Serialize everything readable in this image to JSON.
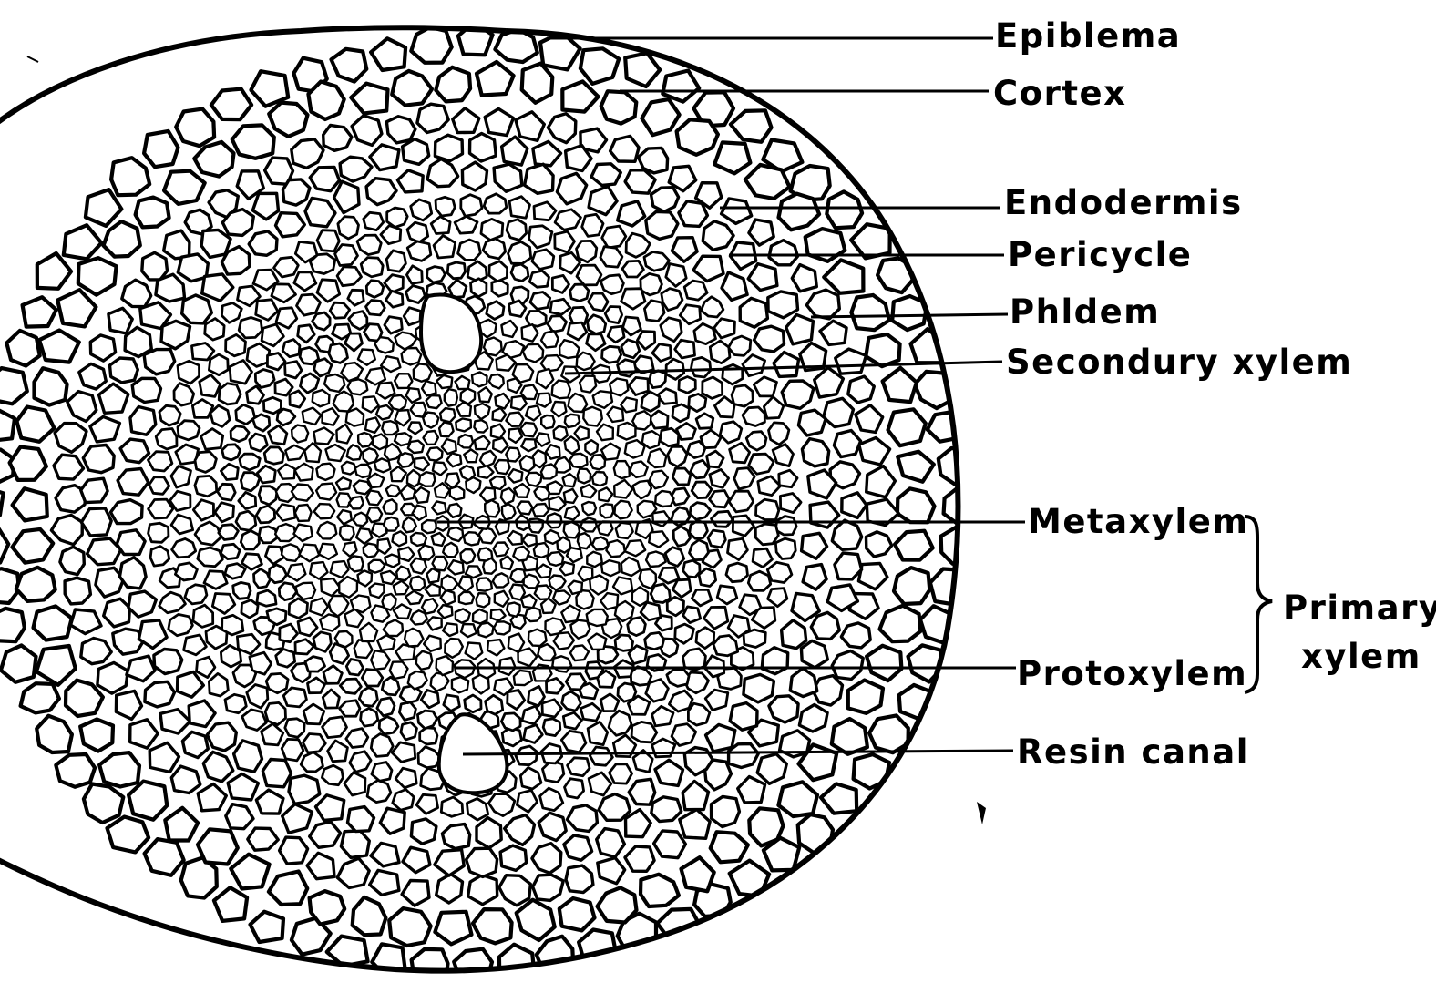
{
  "diagram": {
    "labels": [
      {
        "id": "epiblema",
        "text": "Epiblema"
      },
      {
        "id": "cortex",
        "text": "Cortex"
      },
      {
        "id": "endodermis",
        "text": "Endodermis"
      },
      {
        "id": "pericycle",
        "text": "Pericycle"
      },
      {
        "id": "phloem",
        "text": "Phldem"
      },
      {
        "id": "secondary-xylem",
        "text": "Secondury xylem"
      },
      {
        "id": "metaxylem",
        "text": "Metaxylem"
      },
      {
        "id": "protoxylem",
        "text": "Protoxylem"
      },
      {
        "id": "resin-canal",
        "text": "Resin canal"
      }
    ],
    "group_label": {
      "line1": "Primary",
      "line2": "xylem"
    }
  }
}
